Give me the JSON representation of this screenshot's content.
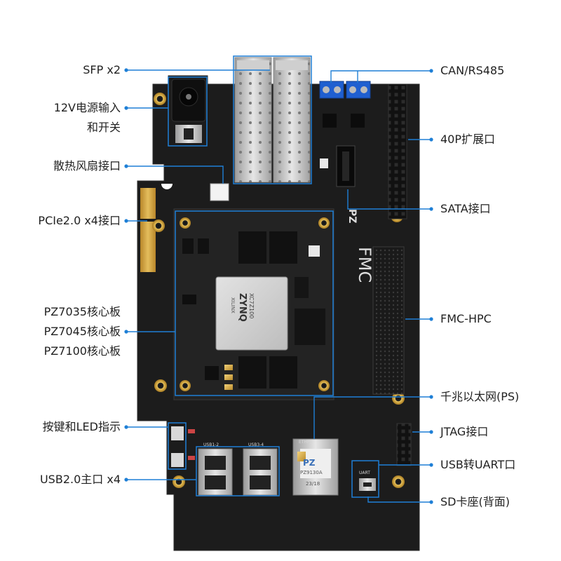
{
  "labels_left": [
    {
      "id": "sfp",
      "text": "SFP x2"
    },
    {
      "id": "power",
      "lines": [
        "12V电源输入",
        "和开关"
      ]
    },
    {
      "id": "fan",
      "text": "散热风扇接口"
    },
    {
      "id": "pcie",
      "text": "PCIe2.0 x4接口"
    },
    {
      "id": "core",
      "lines": [
        "PZ7035核心板",
        "PZ7045核心板",
        "PZ7100核心板"
      ]
    },
    {
      "id": "keys",
      "text": "按键和LED指示"
    },
    {
      "id": "usb",
      "text": "USB2.0主口 x4"
    }
  ],
  "labels_right": [
    {
      "id": "can",
      "text": "CAN/RS485"
    },
    {
      "id": "exp40",
      "text": "40P扩展口"
    },
    {
      "id": "sata",
      "text": "SATA接口"
    },
    {
      "id": "fmc",
      "text": "FMC-HPC"
    },
    {
      "id": "eth",
      "text": "千兆以太网(PS)"
    },
    {
      "id": "jtag",
      "text": "JTAG接口"
    },
    {
      "id": "uart",
      "text": "USB转UART口"
    },
    {
      "id": "sd",
      "text": "SD卡座(背面)"
    }
  ],
  "board_marks": {
    "fpga_brand": "XILINX",
    "fpga_family": "ZYNQ",
    "fpga_part": "XC7Z100",
    "fmc_logo": "FMC",
    "pz_logo": "PZ",
    "ethps_silk": "ETHPS",
    "usb_silk_1": "USB1-2",
    "usb_silk_2": "USB3-4",
    "rj45_code": "PZ9130A",
    "rj45_date": "23/18",
    "uart_silk": "UART"
  },
  "colors": {
    "callout": "#1e7fd6",
    "pcb": "#1c1c1c",
    "core_board": "#232323"
  }
}
